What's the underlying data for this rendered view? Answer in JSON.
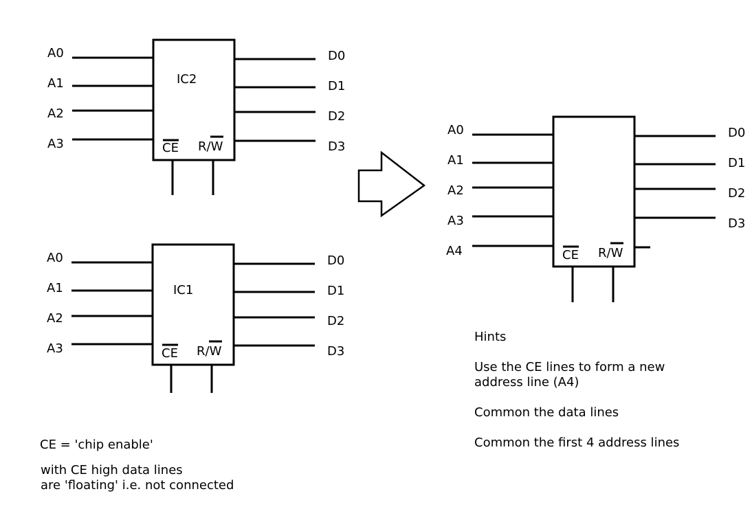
{
  "ic2": {
    "name": "IC2",
    "address_pins": [
      "A0",
      "A1",
      "A2",
      "A3"
    ],
    "data_pins": [
      "D0",
      "D1",
      "D2",
      "D3"
    ],
    "ce_label": "CE",
    "rw_label_r": "R/",
    "rw_label_w": "W"
  },
  "ic1": {
    "name": "IC1",
    "address_pins": [
      "A0",
      "A1",
      "A2",
      "A3"
    ],
    "data_pins": [
      "D0",
      "D1",
      "D2",
      "D3"
    ],
    "ce_label": "CE",
    "rw_label_r": "R/",
    "rw_label_w": "W"
  },
  "combined": {
    "address_pins": [
      "A0",
      "A1",
      "A2",
      "A3",
      "A4"
    ],
    "data_pins": [
      "D0",
      "D1",
      "D2",
      "D3"
    ],
    "ce_label": "CE",
    "rw_label_r": "R/",
    "rw_label_w": "W"
  },
  "notes": {
    "ce_definition": "CE = 'chip enable'",
    "floating_line1": "with CE high data lines",
    "floating_line2": "are 'floating' i.e. not connected"
  },
  "hints": {
    "title": "Hints",
    "hint1_line1": "Use the CE lines to form a new",
    "hint1_line2": "address line (A4)",
    "hint2": "Common the data lines",
    "hint3": "Common the first 4 address lines"
  }
}
